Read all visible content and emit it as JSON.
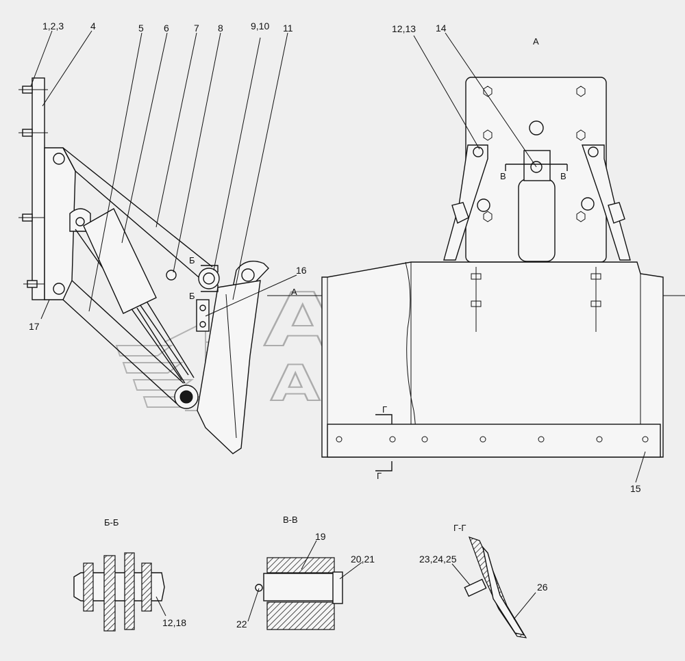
{
  "callouts": {
    "c_123": "1,2,3",
    "c_4": "4",
    "c_5": "5",
    "c_6": "6",
    "c_7": "7",
    "c_8": "8",
    "c_910": "9,10",
    "c_11": "11",
    "c_1213": "12,13",
    "c_14": "14",
    "c_16": "16",
    "c_17": "17",
    "c_15": "15",
    "c_19": "19",
    "c_2021": "20,21",
    "c_22": "22",
    "c_1218": "12,18",
    "c_232425": "23,24,25",
    "c_26": "26"
  },
  "view_marks": {
    "view_a_title": "А",
    "view_a_arrow": "А",
    "b_top": "Б",
    "b_bottom": "Б",
    "v_left": "В",
    "v_right": "В",
    "g_top": "Г",
    "g_bottom": "Г"
  },
  "sections": {
    "bb": "Б-Б",
    "vv": "В-В",
    "gg": "Г-Г"
  },
  "watermark": {
    "line1": "АВТО",
    "line2": "АЛЬЯНС"
  }
}
